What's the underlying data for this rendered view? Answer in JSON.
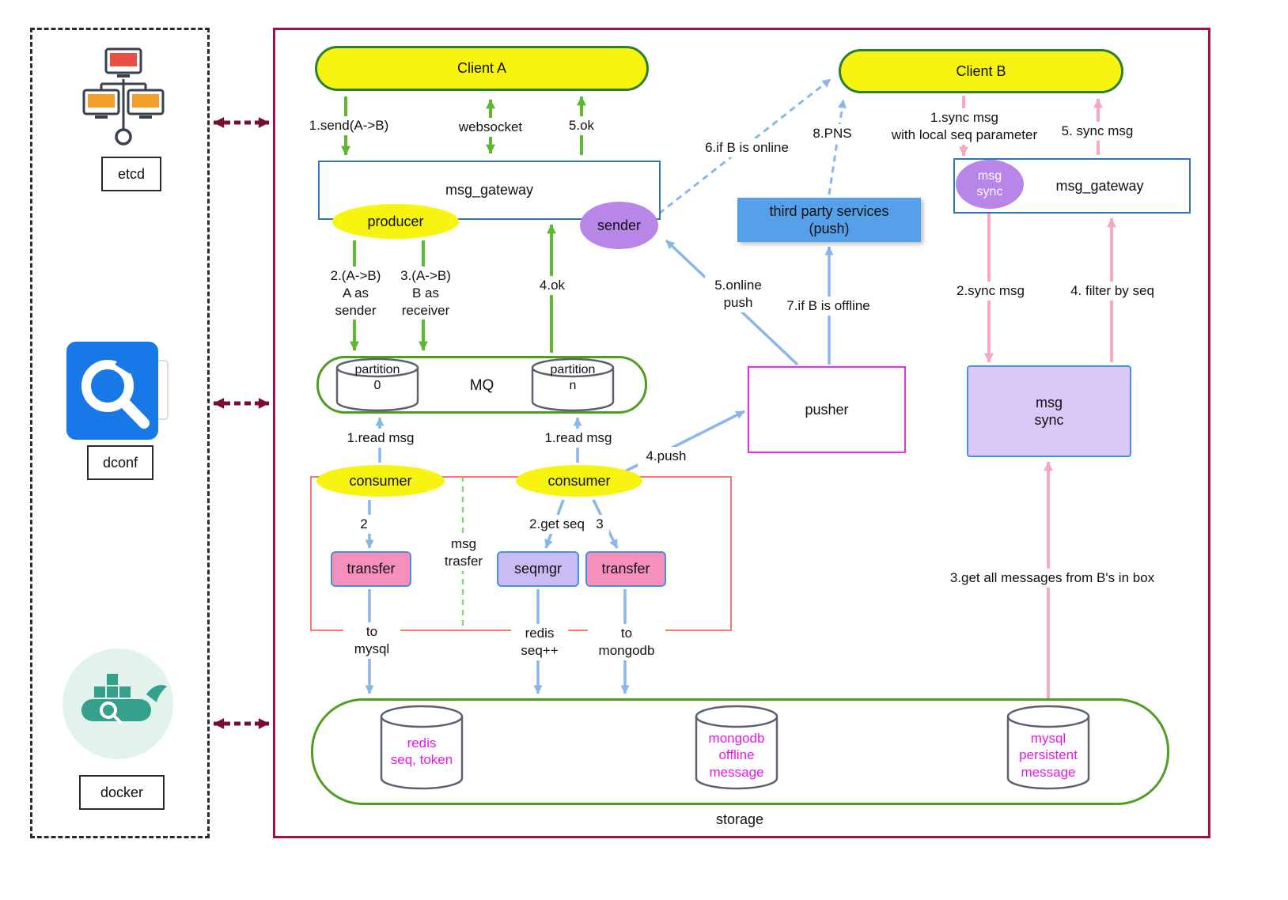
{
  "sidebar": {
    "items": [
      {
        "id": "etcd",
        "label": "etcd"
      },
      {
        "id": "dconf",
        "label": "dconf"
      },
      {
        "id": "docker",
        "label": "docker"
      }
    ]
  },
  "nodes": {
    "client_a": "Client A",
    "client_b": "Client B",
    "msg_gateway_left": "msg_gateway",
    "producer": "producer",
    "sender": "sender",
    "third_party_services": "third party services\n(push)",
    "msg_gateway_right": "msg_gateway",
    "msg_sync_badge": "msg\nsync",
    "mq": "MQ",
    "partition_0": "partition\n0",
    "partition_n": "partition\nn",
    "consumer_left": "consumer",
    "consumer_right": "consumer",
    "msg_trasfer": "msg\ntrasfer",
    "transfer_left": "transfer",
    "seqmgr": "seqmgr",
    "transfer_right": "transfer",
    "pusher": "pusher",
    "msg_sync_box": "msg\nsync",
    "storage": "storage",
    "redis_db": "redis\nseq, token",
    "mongodb_db": "mongodb\noffline\nmessage",
    "mysql_db": "mysql\npersistent\nmessage"
  },
  "edge_labels": {
    "send_a_b": "1.send(A->B)",
    "websocket": "websocket",
    "ok_5": "5.ok",
    "a_as_sender": "2.(A->B)\nA as\nsender",
    "b_as_receiver": "3.(A->B)\nB as\nreceiver",
    "ok_4": "4.ok",
    "read_msg_left": "1.read msg",
    "read_msg_right": "1.read msg",
    "step_2": "2",
    "get_seq": "2.get seq",
    "step_3": "3",
    "push_4": "4.push",
    "to_mysql": "to\nmysql",
    "redis_seq_inc": "redis\nseq++",
    "to_mongodb": "to\nmongodb",
    "online_push": "5.online\npush",
    "if_b_offline": "7.if B is offline",
    "if_b_online": "6.if B is online",
    "pns": "8.PNS",
    "sync_msg_with_seq": "1.sync msg\nwith local seq parameter",
    "sync_msg_5": "5. sync msg",
    "sync_msg_2": "2.sync msg",
    "filter_by_seq": "4. filter by seq",
    "get_all_messages": "3.get all messages from B's in box"
  },
  "colors": {
    "main_border": "#a01144",
    "green_arrow": "#5cb82e",
    "blue_arrow": "#8ab6ea",
    "pink_arrow": "#f8a6ca",
    "maroon_arrow": "#7a0d33",
    "node_yellow": "#f6f410",
    "node_purple": "#b886e8",
    "third_party_blue": "#55a0e8",
    "pink_box": "#f590bc",
    "light_purple_box": "#c9bcf2",
    "msg_sync_fill": "#dcc8f8",
    "db_text_magenta": "#e518e5",
    "green_border": "#4f9e22",
    "client_border": "#2f7d32",
    "blue_border": "#2e75b6",
    "pusher_border": "#ee28ee",
    "red_group_border": "#f47c6c"
  }
}
